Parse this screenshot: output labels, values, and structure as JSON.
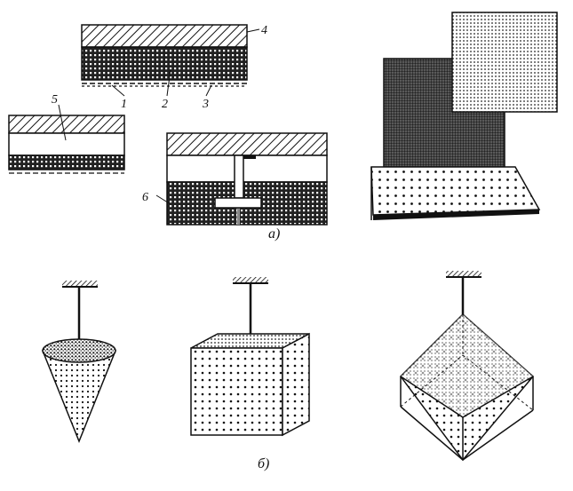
{
  "labels": {
    "l1": "1",
    "l2": "2",
    "l3": "3",
    "l4": "4",
    "l5": "5",
    "l6": "6"
  },
  "captions": {
    "a": "а)",
    "b": "б)"
  },
  "colors": {
    "ink": "#111111",
    "paper": "#ffffff"
  }
}
